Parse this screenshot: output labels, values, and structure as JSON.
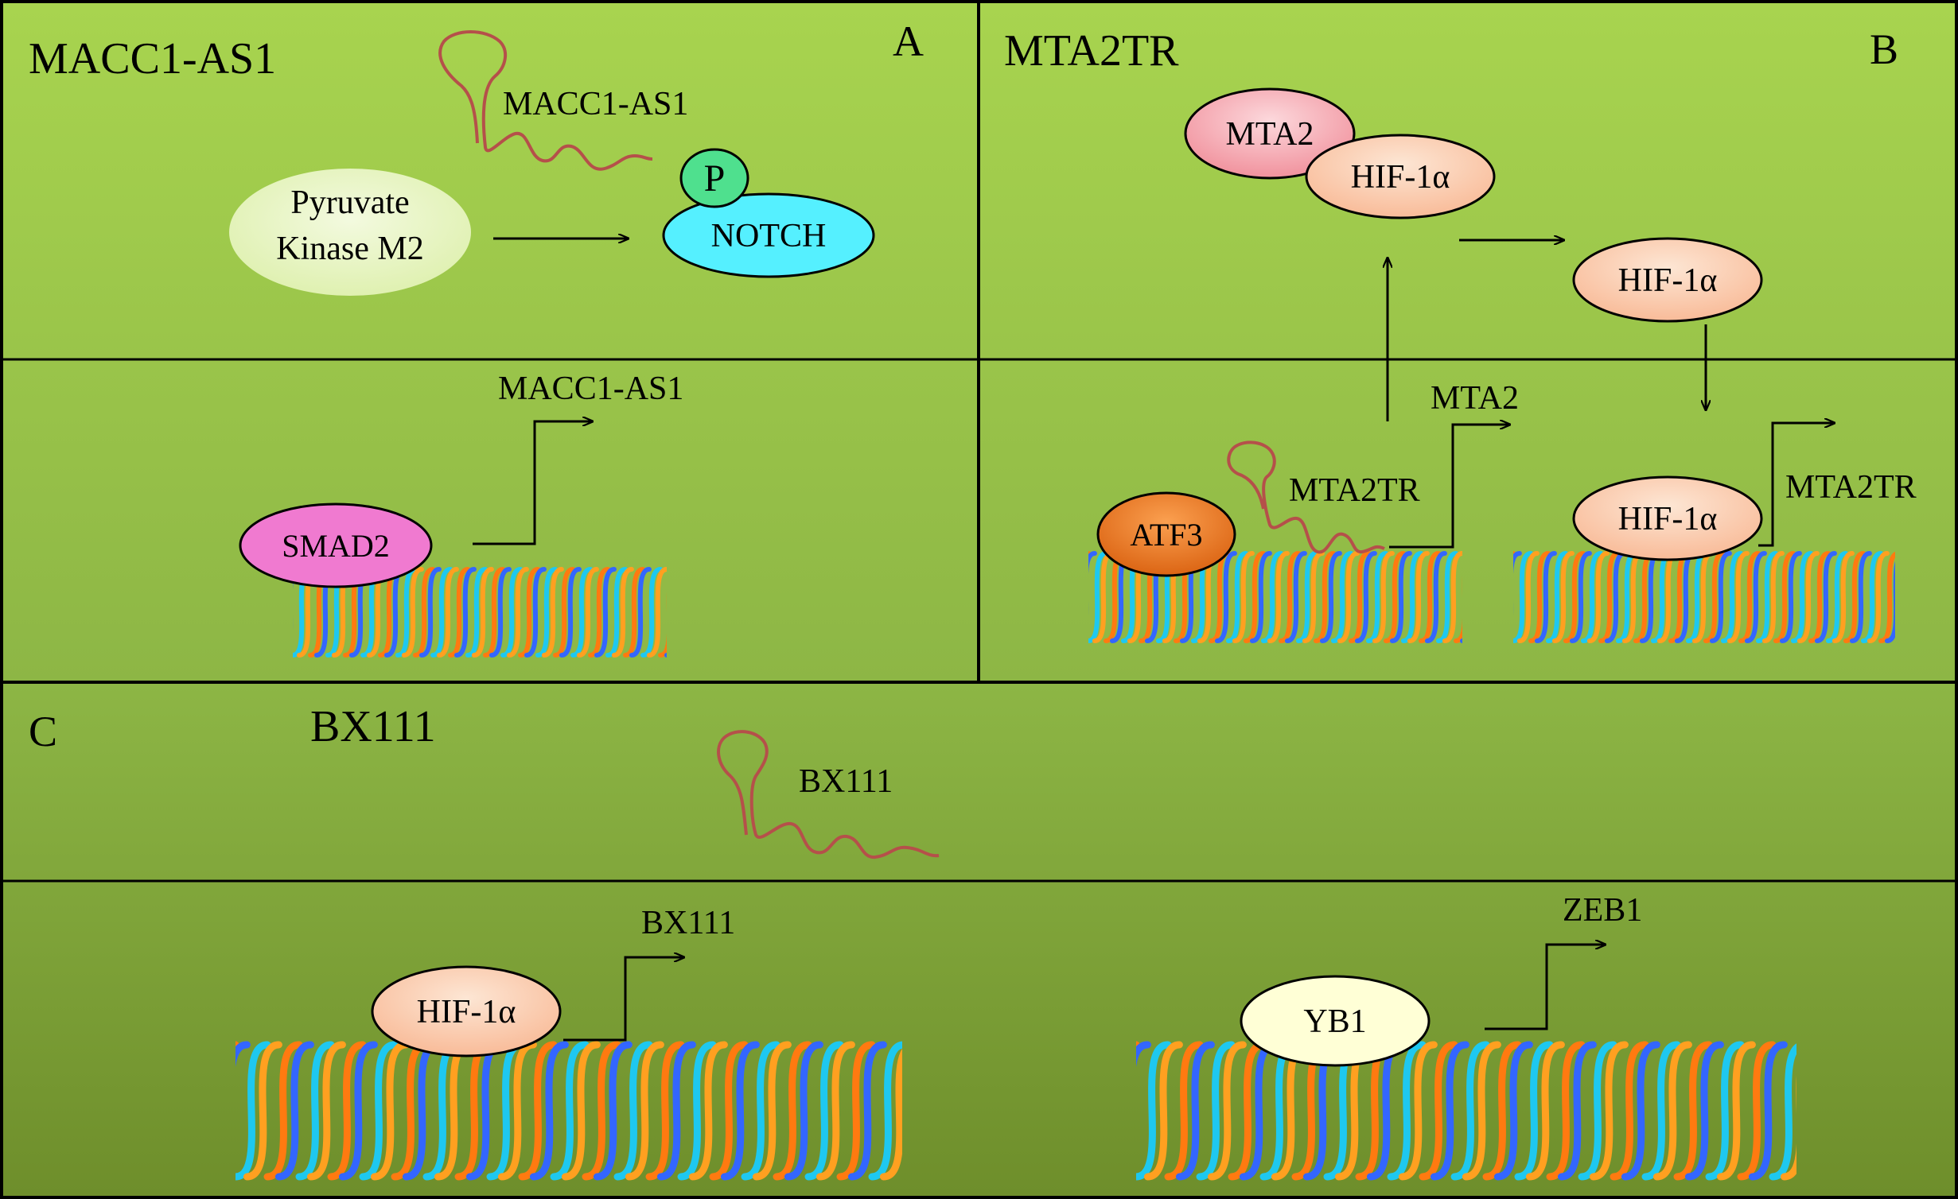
{
  "panel_a": {
    "title": "MACC1-AS1",
    "letter": "A",
    "rna_label": "MACC1-AS1",
    "pkm2_line1": "Pyruvate",
    "pkm2_line2": "Kinase M2",
    "phospho": "P",
    "notch": "NOTCH",
    "smad2": "SMAD2",
    "transcript": "MACC1-AS1"
  },
  "panel_b": {
    "title": "MTA2TR",
    "letter": "B",
    "mta2_complex": "MTA2",
    "hif_complex": "HIF-1α",
    "hif_free": "HIF-1α",
    "atf3": "ATF3",
    "rna_label": "MTA2TR",
    "transcript_mta2": "MTA2",
    "hif_bound": "HIF-1α",
    "transcript_mta2tr": "MTA2TR"
  },
  "panel_c": {
    "letter": "C",
    "title": "BX111",
    "rna_label": "BX111",
    "hif": "HIF-1α",
    "transcript_bx111": "BX111",
    "yb1": "YB1",
    "transcript_zeb1": "ZEB1"
  },
  "colors": {
    "panel_light": "#a6d04f",
    "panel_mid": "#8db443",
    "panel_dark": "#6f8f2c",
    "rna": "#b5504a",
    "notch": "#55f0ff",
    "phospho": "#4fe08e",
    "pkm2": "#e8f5c2",
    "smad2": "#f07ad0",
    "mta2": "#f6a8b0",
    "hif": "#fbc9a7",
    "atf3": "#f07a22",
    "yb1": "#ffffd6",
    "dna_orange": "#ff7a10",
    "dna_blue": "#3366ff",
    "dna_cyan": "#1ec8f0",
    "dna_amber": "#ffa020"
  }
}
